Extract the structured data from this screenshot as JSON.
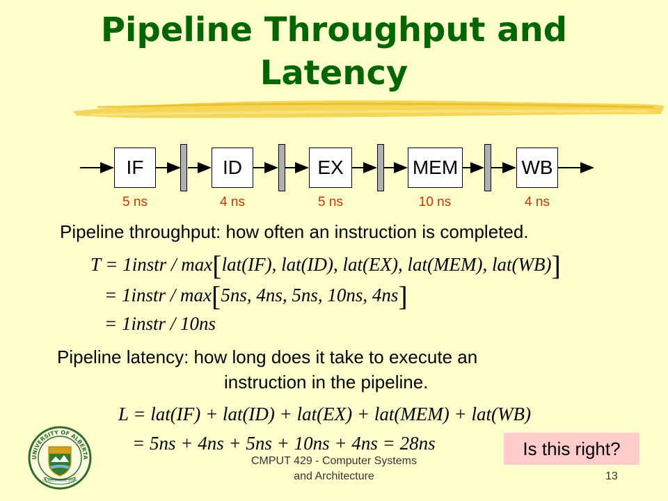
{
  "slide": {
    "title_line1": "Pipeline Throughput and",
    "title_line2": "Latency",
    "title_color": "#006600",
    "background_color": "#ffffcc"
  },
  "pipeline": {
    "stages": [
      {
        "name": "IF",
        "latency": "5 ns"
      },
      {
        "name": "ID",
        "latency": "4 ns"
      },
      {
        "name": "EX",
        "latency": "5 ns"
      },
      {
        "name": "MEM",
        "latency": "10 ns"
      },
      {
        "name": "WB",
        "latency": "4 ns"
      }
    ],
    "latency_color": "#cc3300"
  },
  "throughput": {
    "definition": "Pipeline throughput: how often an instruction is completed.",
    "eq1": {
      "lhs": "T",
      "rhs": "= 1instr / max",
      "args": "lat(IF), lat(ID), lat(EX), lat(MEM), lat(WB)"
    },
    "eq2": {
      "rhs": "= 1instr / max",
      "args": "5ns, 4ns, 5ns, 10ns, 4ns"
    },
    "eq3": {
      "rhs": "= 1instr / 10ns"
    }
  },
  "latency": {
    "definition_line1": "Pipeline latency: how long does it take to execute an",
    "definition_line2": "instruction in the pipeline.",
    "eq1": "L = lat(IF) + lat(ID) + lat(EX) + lat(MEM) + lat(WB)",
    "eq2": "= 5ns + 4ns + 5ns + 10ns + 4ns = 28ns"
  },
  "callout": {
    "text": "Is this right?",
    "color": "#ffcccc"
  },
  "footer": {
    "course_line1": "CMPUT 429 - Computer Systems",
    "course_line2": "and Architecture",
    "page_number": "13"
  },
  "logo": {
    "icon": "university-crest-icon",
    "ring_text": "UNIVERSITY OF ALBERTA",
    "motto": "QUAECUMQUE VERA"
  }
}
